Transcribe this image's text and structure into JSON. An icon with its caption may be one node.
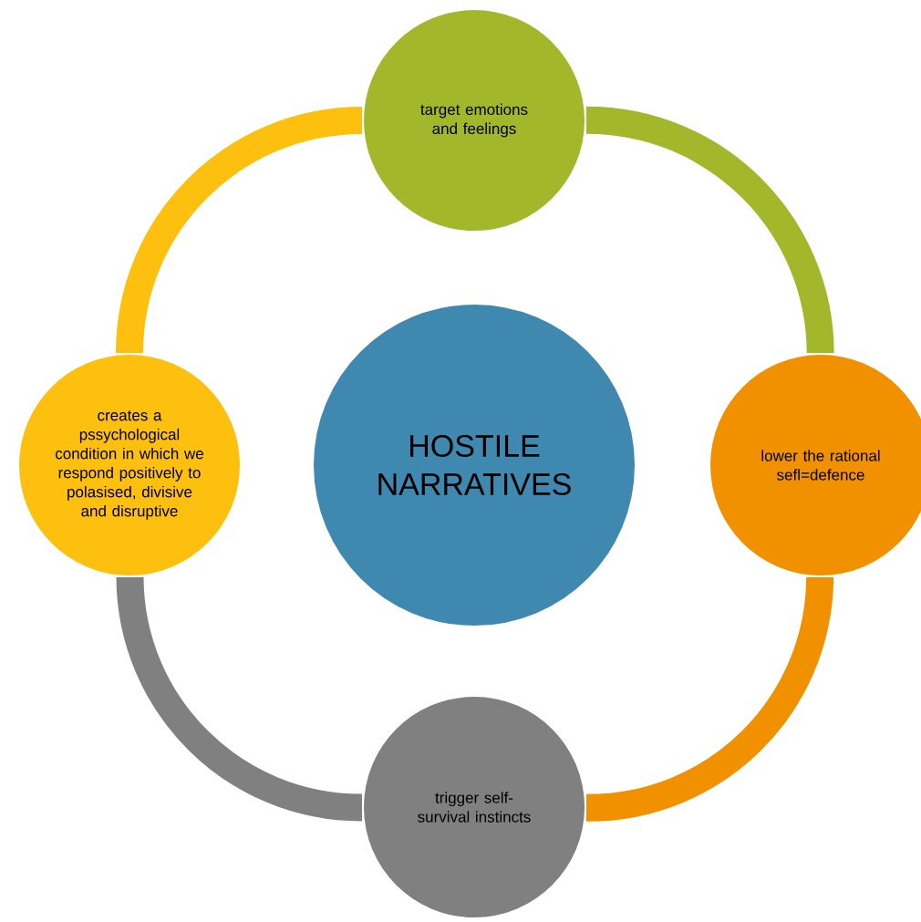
{
  "diagram": {
    "nodes": [
      {
        "text": [
          "HOSTILE NARRATIVES"
        ]
      },
      {
        "text": [
          "target emotions and feelings"
        ]
      },
      {
        "text": [
          "lower the rational sefl=defence"
        ]
      },
      {
        "text": [
          "trigger self- survival instincts"
        ]
      },
      {
        "text": [
          "creates a pssychological condition in which we respond positively to polasised, divisive and disruptive"
        ]
      }
    ],
    "edges": [
      {
        "from": 1,
        "to": 2,
        "arrow": "none",
        "color": "#a2b72a"
      },
      {
        "from": 2,
        "to": 3,
        "arrow": "none",
        "color": "#f29100"
      },
      {
        "from": 3,
        "to": 4,
        "arrow": "none",
        "color": "#808080"
      },
      {
        "from": 4,
        "to": 1,
        "arrow": "none",
        "color": "#fdc00f"
      }
    ]
  }
}
